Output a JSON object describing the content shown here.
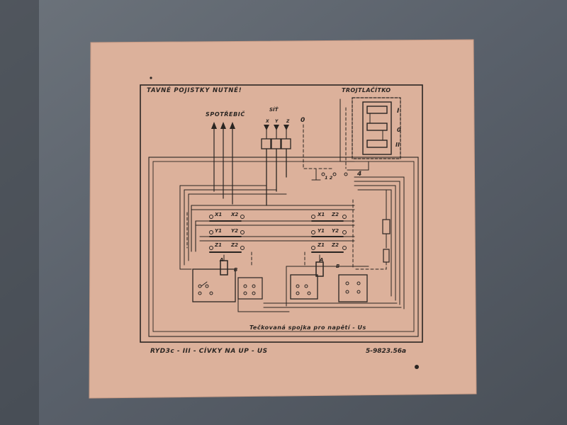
{
  "paper_color": "#dcb19b",
  "ink_color": "#2a2522",
  "labels": {
    "top_note": "TAVNÉ POJISTKY NUTNÉ!",
    "trojtlacitko": "TROJTLAČÍTKO",
    "spotrebic": "SPOTŘEBIČ",
    "sit": "SÍŤ",
    "o_mark": "0",
    "net_x": "X",
    "net_y": "Y",
    "net_z": "Z",
    "pos_1": "I",
    "pos_0": "0",
    "pos_2": "II",
    "c4": "4",
    "contact_nums": "1  2",
    "left_x1": "X1",
    "left_x2": "X2",
    "left_y1": "Y1",
    "left_y2": "Y2",
    "left_z1": "Z1",
    "left_z2": "Z2",
    "right_x1": "X1",
    "right_x2": "Z2",
    "right_y1": "Y1",
    "right_y2": "Y2",
    "right_z1": "Z1",
    "right_z2": "Z2",
    "left_a": "A",
    "left_b": "B",
    "right_a": "A",
    "right_b": "B",
    "bottom_note": "Tečkovaná spojka pro napětí - Us",
    "code": "RYD3c - III -   CÍVKY NA UP - US",
    "drawing_no": "5-9823.56a"
  }
}
